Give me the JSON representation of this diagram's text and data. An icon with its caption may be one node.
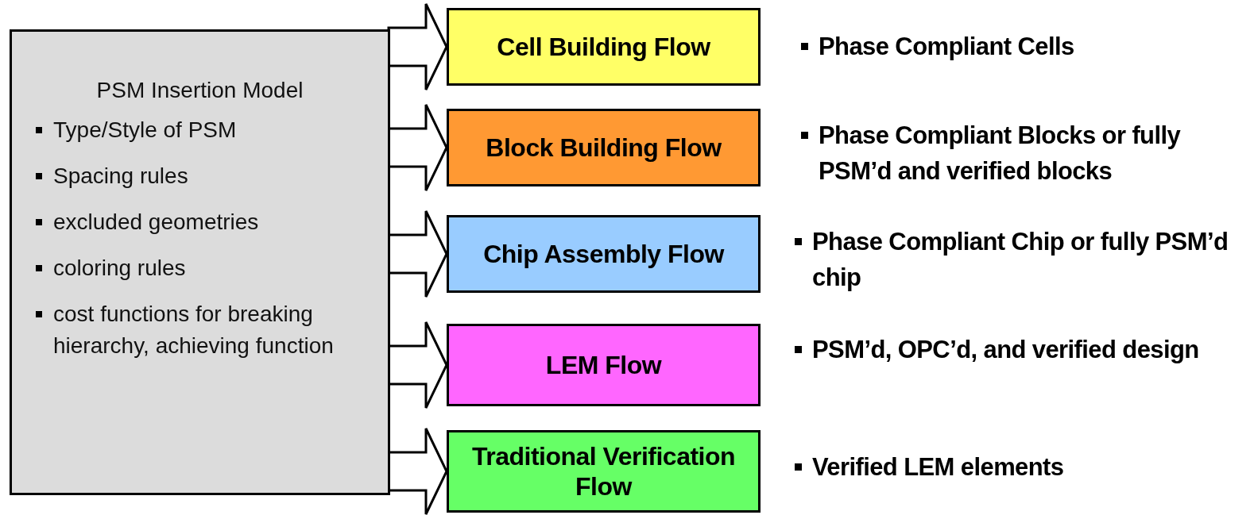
{
  "diagram": {
    "nodes": [
      {
        "text": [
          "PSM Insertion Model",
          "Type/Style of PSM",
          "Spacing rules",
          "excluded geometries",
          "coloring rules",
          "cost functions for breaking hierarchy, achieving function"
        ]
      },
      {
        "text": [
          "Cell Building Flow"
        ],
        "beside": [
          "Phase Compliant Cells"
        ]
      },
      {
        "text": [
          "Block Building Flow"
        ],
        "beside": [
          "Phase Compliant Blocks or fully PSM’d and verified blocks"
        ]
      },
      {
        "text": [
          "Chip Assembly Flow"
        ],
        "beside": [
          "Phase Compliant Chip or fully PSM’d chip"
        ]
      },
      {
        "text": [
          "LEM Flow"
        ],
        "beside": [
          "PSM’d, OPC’d, and verified design"
        ]
      },
      {
        "text": [
          "Traditional Verification Flow"
        ],
        "beside": [
          "Verified LEM elements"
        ]
      }
    ],
    "edges": [
      {
        "from": 0,
        "to": 1,
        "arrow": "to"
      },
      {
        "from": 0,
        "to": 2,
        "arrow": "to"
      },
      {
        "from": 0,
        "to": 3,
        "arrow": "to"
      },
      {
        "from": 0,
        "to": 4,
        "arrow": "to"
      },
      {
        "from": 0,
        "to": 5,
        "arrow": "to"
      }
    ]
  }
}
